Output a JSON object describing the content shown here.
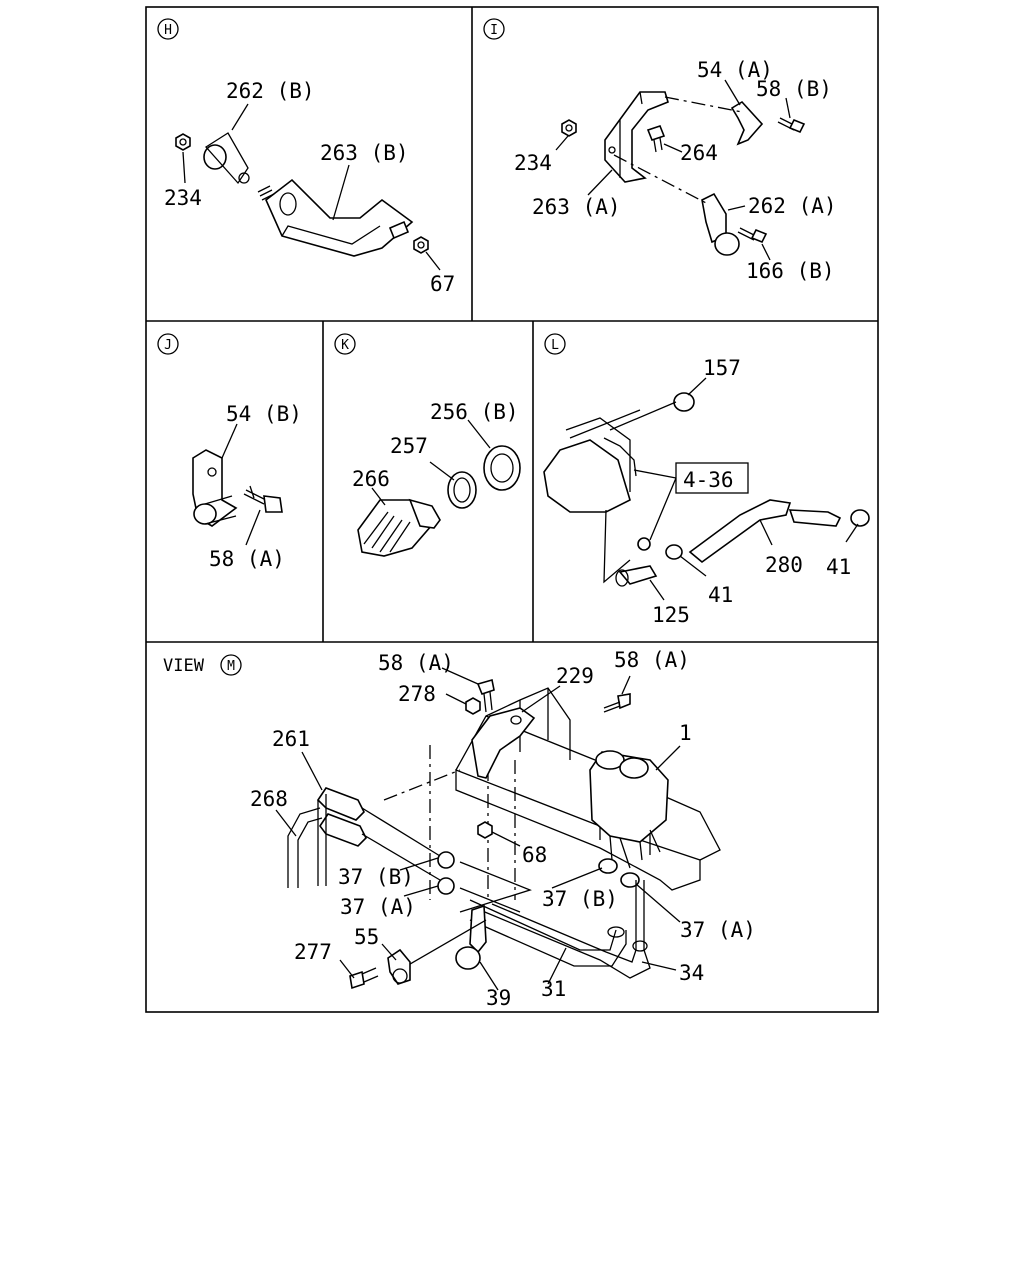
{
  "panels": [
    {
      "letter": "H",
      "labels": [
        "262 (B)",
        "263 (B)",
        "234",
        "67"
      ]
    },
    {
      "letter": "I",
      "labels": [
        "54 (A)",
        "58 (B)",
        "264",
        "234",
        "263 (A)",
        "262 (A)",
        "166 (B)"
      ]
    },
    {
      "letter": "J",
      "labels": [
        "54 (B)",
        "58 (A)"
      ]
    },
    {
      "letter": "K",
      "labels": [
        "256 (B)",
        "257",
        "266"
      ]
    },
    {
      "letter": "L",
      "labels": [
        "157",
        "4-36",
        "280",
        "41",
        "41",
        "125"
      ]
    },
    {
      "letter": "M",
      "view_prefix": "VIEW",
      "labels": [
        "58 (A)",
        "58 (A)",
        "278",
        "229",
        "1",
        "261",
        "268",
        "68",
        "37 (B)",
        "37 (A)",
        "37 (B)",
        "37 (A)",
        "55",
        "277",
        "39",
        "31",
        "34"
      ]
    }
  ]
}
